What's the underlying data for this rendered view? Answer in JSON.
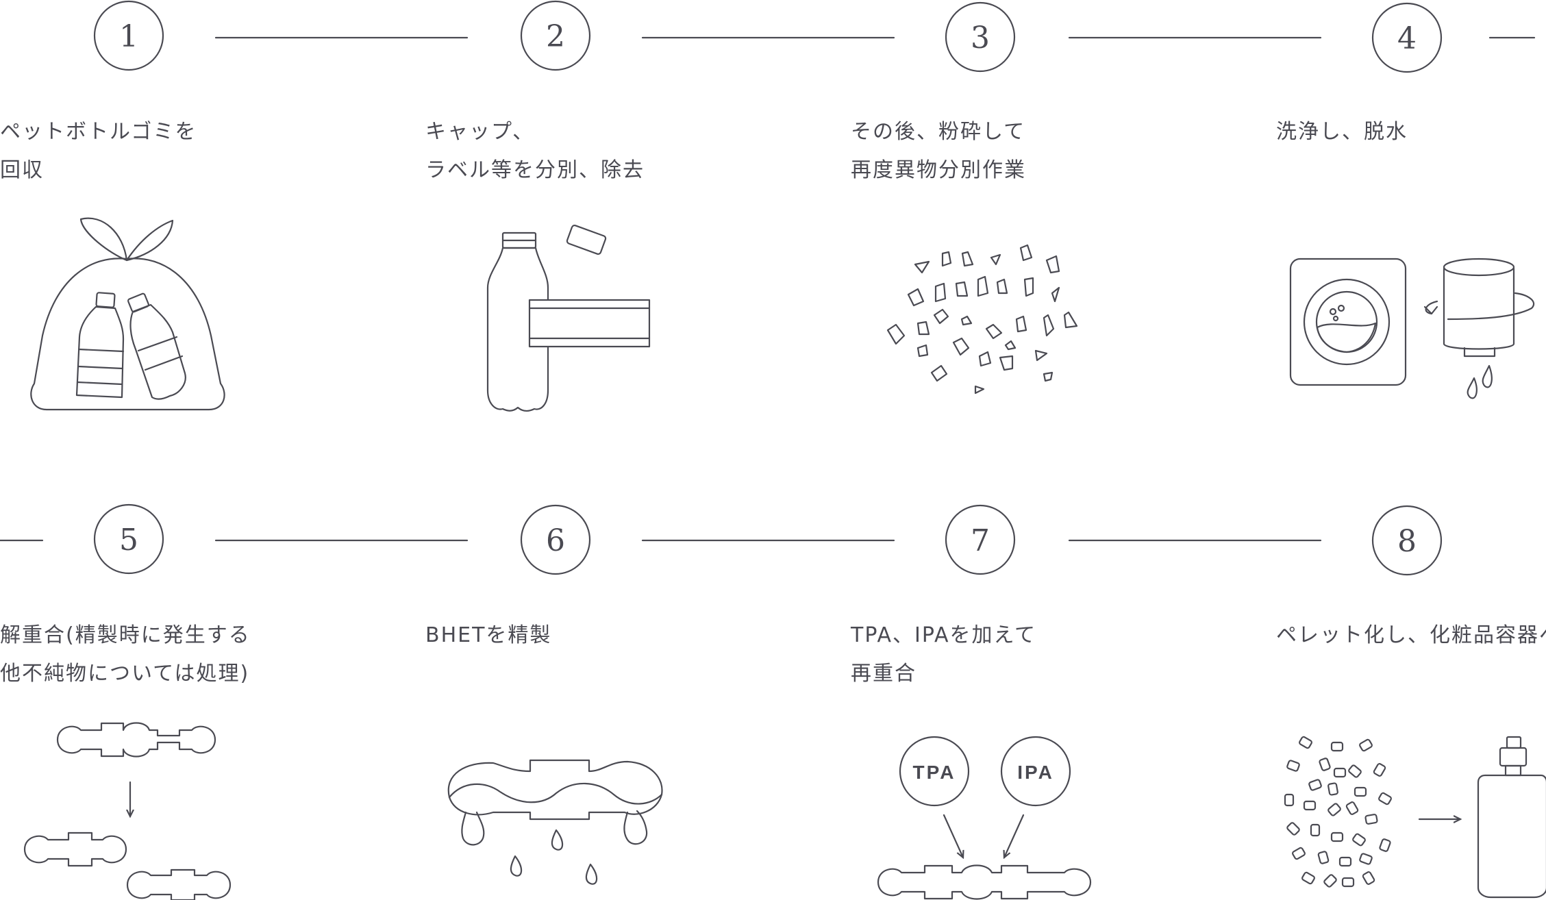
{
  "steps": [
    {
      "number": "1",
      "lines": [
        "ペットボトルゴミを",
        "回収"
      ]
    },
    {
      "number": "2",
      "lines": [
        "キャップ、",
        "ラベル等を分別、除去"
      ]
    },
    {
      "number": "3",
      "lines": [
        "その後、粉砕して",
        "再度異物分別作業"
      ]
    },
    {
      "number": "4",
      "lines": [
        "洗浄し、脱水"
      ]
    },
    {
      "number": "5",
      "lines": [
        "解重合(精製時に発生する",
        "他不純物については処理)"
      ]
    },
    {
      "number": "6",
      "lines": [
        "BHETを精製"
      ]
    },
    {
      "number": "7",
      "lines": [
        "TPA、IPAを加えて",
        "再重合"
      ]
    },
    {
      "number": "8",
      "lines": [
        "ペレット化し、化粧品容器へ"
      ]
    }
  ],
  "labels": {
    "tpa": "TPA",
    "ipa": "IPA"
  },
  "colors": {
    "line": "#4a4a52",
    "background": "#ffffff"
  },
  "icons": [
    "garbage-bag-with-bottles-icon",
    "bottle-cap-label-separation-icon",
    "crushed-flakes-icon",
    "washer-and-dehydrator-icon",
    "depolymerization-chain-icon",
    "bhet-melting-icon",
    "tpa-ipa-repolymerization-icon",
    "pellets-to-spray-bottle-icon"
  ]
}
